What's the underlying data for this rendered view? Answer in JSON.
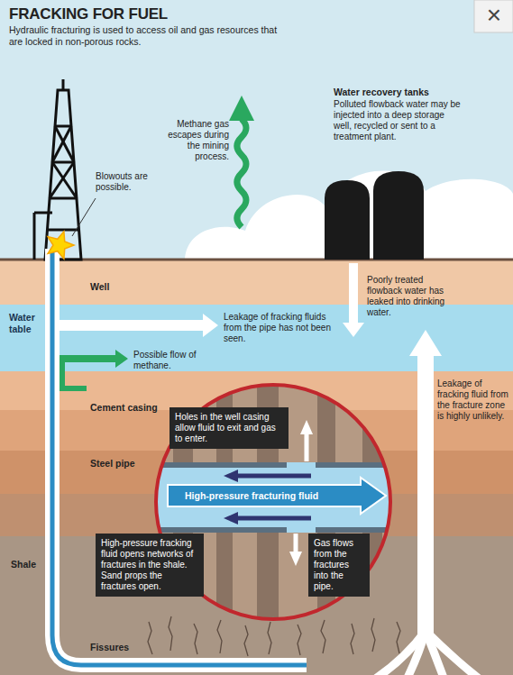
{
  "diagram": {
    "title": "FRACKING FOR FUEL",
    "caption": "Hydraulic fracturing is used to access oil and gas resources that are locked in non-porous rocks.",
    "nodes": [
      {
        "text": [
          "Holes in the well casing allow fluid to exit and gas to enter."
        ]
      },
      {
        "text": [
          "High-pressure fracking fluid opens networks of fractures in the shale. Sand props the fractures open."
        ]
      },
      {
        "text": [
          "Gas flows from the fractures into the pipe."
        ]
      }
    ],
    "labels": [
      "×",
      "Methane gas escapes during the mining process.",
      "Blowouts are possible.",
      "Water recovery tanks",
      "Polluted flowback water may be injected into a deep storage well, recycled or sent to a treatment plant.",
      "Well",
      "Water table",
      "Leakage of fracking fluids from the pipe has not been seen.",
      "Poorly treated flowback water has leaked into drinking water.",
      "Possible flow of methane.",
      "Cement casing",
      "Steel pipe",
      "High-pressure fracturing fluid",
      "Leakage of fracking fluid from the fracture zone is highly unlikely.",
      "Shale",
      "Fissures"
    ]
  }
}
